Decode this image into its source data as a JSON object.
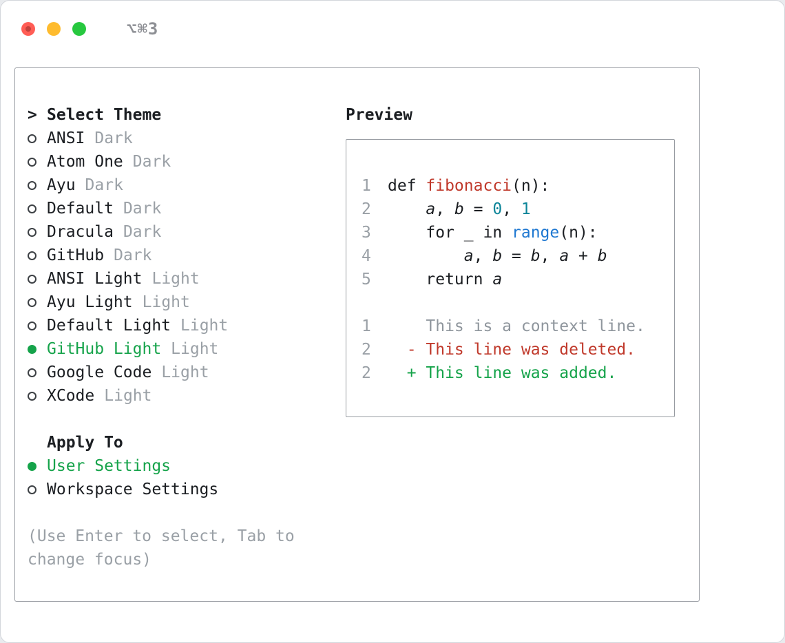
{
  "window": {
    "shortcut": "⌥⌘3",
    "controls": [
      {
        "name": "close"
      },
      {
        "name": "minimize"
      },
      {
        "name": "zoom"
      }
    ]
  },
  "theme_selector": {
    "prompt": ">",
    "title": "Select Theme",
    "items": [
      {
        "label": "ANSI",
        "variant": "Dark",
        "selected": false
      },
      {
        "label": "Atom One",
        "variant": "Dark",
        "selected": false
      },
      {
        "label": "Ayu",
        "variant": "Dark",
        "selected": false
      },
      {
        "label": "Default",
        "variant": "Dark",
        "selected": false
      },
      {
        "label": "Dracula",
        "variant": "Dark",
        "selected": false
      },
      {
        "label": "GitHub",
        "variant": "Dark",
        "selected": false
      },
      {
        "label": "ANSI Light",
        "variant": "Light",
        "selected": false
      },
      {
        "label": "Ayu Light",
        "variant": "Light",
        "selected": false
      },
      {
        "label": "Default Light",
        "variant": "Light",
        "selected": false
      },
      {
        "label": "GitHub Light",
        "variant": "Light",
        "selected": true
      },
      {
        "label": "Google Code",
        "variant": "Light",
        "selected": false
      },
      {
        "label": "XCode",
        "variant": "Light",
        "selected": false
      }
    ]
  },
  "apply_to": {
    "title": "Apply To",
    "options": [
      {
        "label": "User Settings",
        "selected": true
      },
      {
        "label": "Workspace Settings",
        "selected": false
      }
    ]
  },
  "hint": {
    "lines": [
      "(Use Enter to select, Tab to",
      "change focus)"
    ]
  },
  "preview": {
    "title": "Preview",
    "lines": [
      {
        "n": "1",
        "tokens": [
          {
            "t": "def ",
            "c": "fg"
          },
          {
            "t": "fibonacci",
            "c": "red"
          },
          {
            "t": "(n):",
            "c": "fg"
          }
        ]
      },
      {
        "n": "2",
        "tokens": [
          {
            "t": "    ",
            "c": "fg"
          },
          {
            "t": "a",
            "c": "fg",
            "i": true
          },
          {
            "t": ", ",
            "c": "fg"
          },
          {
            "t": "b",
            "c": "fg",
            "i": true
          },
          {
            "t": " = ",
            "c": "fg"
          },
          {
            "t": "0",
            "c": "teal"
          },
          {
            "t": ", ",
            "c": "fg"
          },
          {
            "t": "1",
            "c": "teal"
          }
        ]
      },
      {
        "n": "3",
        "tokens": [
          {
            "t": "    for _ in ",
            "c": "fg"
          },
          {
            "t": "range",
            "c": "blue"
          },
          {
            "t": "(n):",
            "c": "fg"
          }
        ]
      },
      {
        "n": "4",
        "tokens": [
          {
            "t": "        ",
            "c": "fg"
          },
          {
            "t": "a",
            "c": "fg",
            "i": true
          },
          {
            "t": ", ",
            "c": "fg"
          },
          {
            "t": "b",
            "c": "fg",
            "i": true
          },
          {
            "t": " = ",
            "c": "fg"
          },
          {
            "t": "b",
            "c": "fg",
            "i": true
          },
          {
            "t": ", ",
            "c": "fg"
          },
          {
            "t": "a",
            "c": "fg",
            "i": true
          },
          {
            "t": " + ",
            "c": "fg"
          },
          {
            "t": "b",
            "c": "fg",
            "i": true
          }
        ]
      },
      {
        "n": "5",
        "tokens": [
          {
            "t": "    return ",
            "c": "fg"
          },
          {
            "t": "a",
            "c": "fg",
            "i": true
          }
        ]
      },
      {
        "n": "",
        "tokens": []
      },
      {
        "n": "1",
        "tokens": [
          {
            "t": "    This is a context line.",
            "c": "gray"
          }
        ]
      },
      {
        "n": "2",
        "tokens": [
          {
            "t": "  - This line was deleted.",
            "c": "red"
          }
        ]
      },
      {
        "n": "2",
        "tokens": [
          {
            "t": "  + This line was added.",
            "c": "green"
          }
        ]
      }
    ]
  },
  "colors": {
    "text": "#1b1e22",
    "muted": "#9aa0a6",
    "gray": "#8f969d",
    "green": "#15a34a",
    "red": "#c0392b",
    "teal": "#0c8599",
    "blue": "#1f78d1",
    "panel_border": "#979ba1",
    "page_bg": "#e9ebee",
    "shortcut": "#8e9095",
    "traffic_red": "#ff5d55",
    "traffic_red_core": "#c3423c",
    "traffic_yellow": "#febb2e",
    "traffic_green": "#27c83f"
  }
}
